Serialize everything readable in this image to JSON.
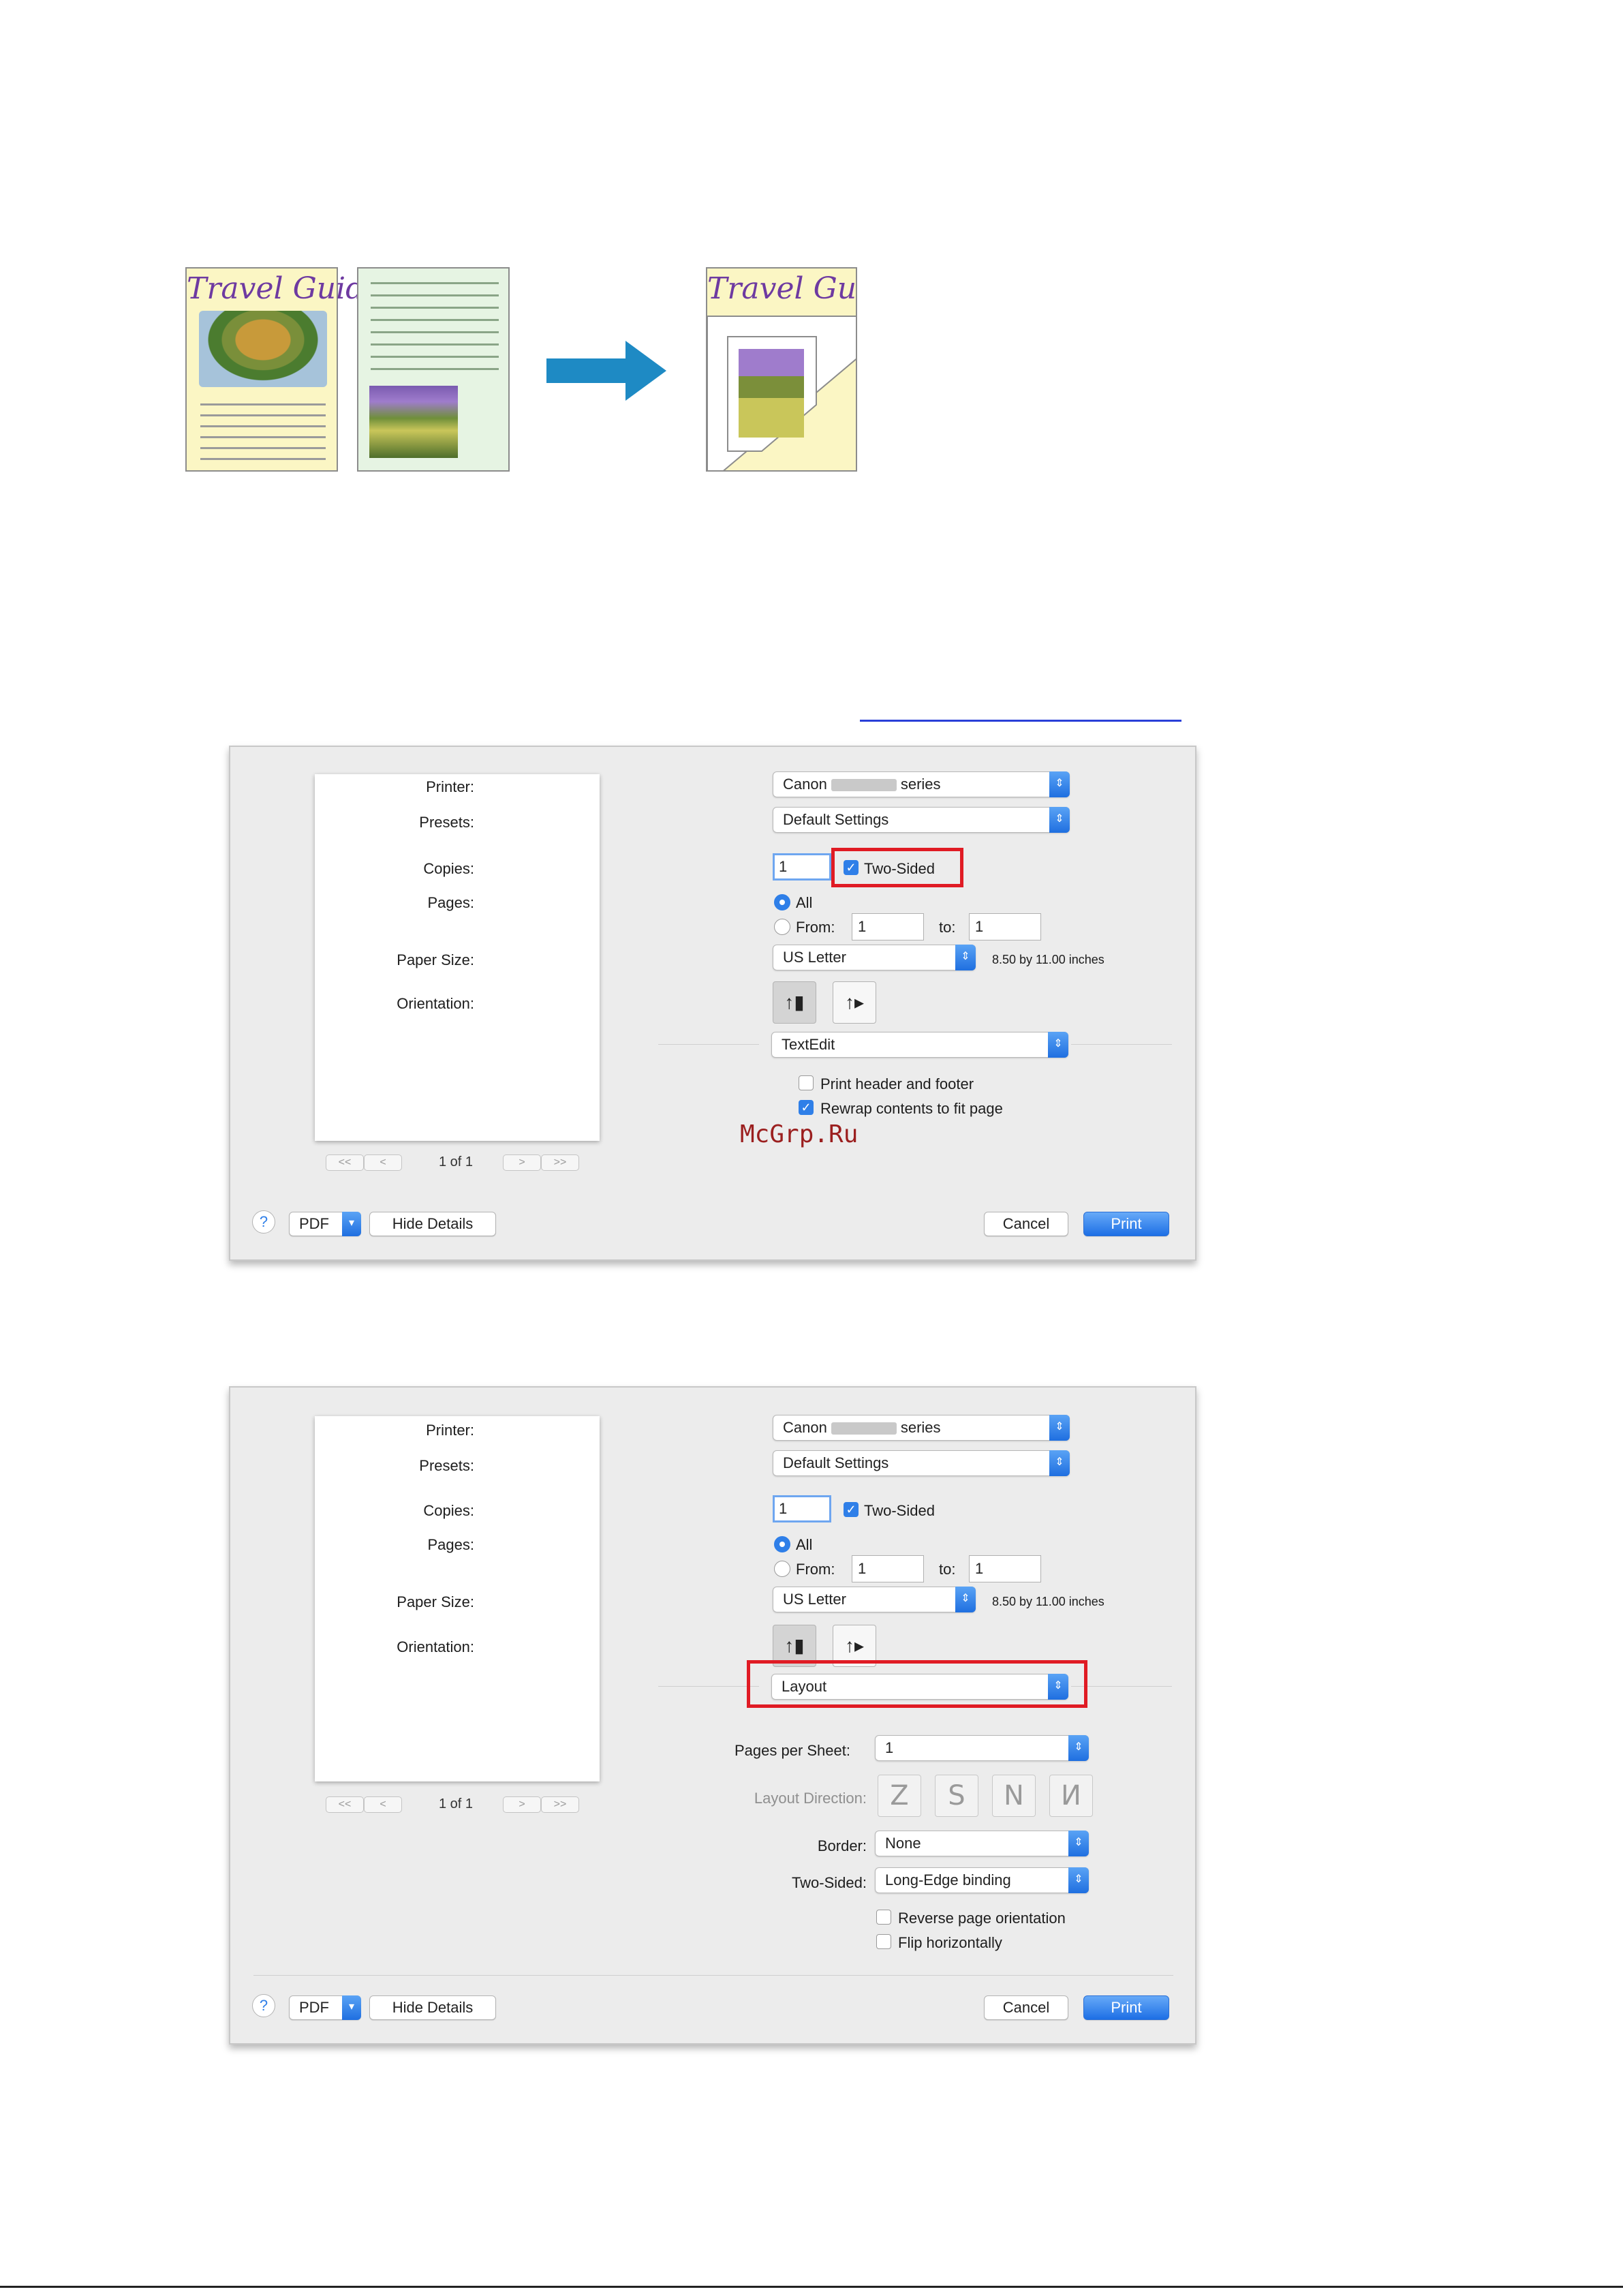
{
  "illustration": {
    "cover_title": "Travel Guide",
    "result_title": "Travel Guide"
  },
  "watermark": "McGrp.Ru",
  "dialog1": {
    "printer_label": "Printer:",
    "printer_value_prefix": "Canon",
    "printer_value_suffix": "series",
    "presets_label": "Presets:",
    "presets_value": "Default Settings",
    "copies_label": "Copies:",
    "copies_value": "1",
    "two_sided_label": "Two-Sided",
    "pages_label": "Pages:",
    "pages_all": "All",
    "pages_from": "From:",
    "from_value": "1",
    "to_label": "to:",
    "to_value": "1",
    "paper_size_label": "Paper Size:",
    "paper_size_value": "US Letter",
    "paper_size_note": "8.50 by 11.00 inches",
    "orientation_label": "Orientation:",
    "panel_value": "TextEdit",
    "print_header_footer": "Print header and footer",
    "rewrap": "Rewrap contents to fit page",
    "page_indicator": "1 of 1",
    "help": "?",
    "pdf": "PDF",
    "hide_details": "Hide Details",
    "cancel": "Cancel",
    "print": "Print"
  },
  "dialog2": {
    "printer_label": "Printer:",
    "printer_value_prefix": "Canon",
    "printer_value_suffix": "series",
    "presets_label": "Presets:",
    "presets_value": "Default Settings",
    "copies_label": "Copies:",
    "copies_value": "1",
    "two_sided_label": "Two-Sided",
    "pages_label": "Pages:",
    "pages_all": "All",
    "pages_from": "From:",
    "from_value": "1",
    "to_label": "to:",
    "to_value": "1",
    "paper_size_label": "Paper Size:",
    "paper_size_value": "US Letter",
    "paper_size_note": "8.50 by 11.00 inches",
    "orientation_label": "Orientation:",
    "panel_value": "Layout",
    "pages_per_sheet_label": "Pages per Sheet:",
    "pages_per_sheet_value": "1",
    "layout_direction_label": "Layout Direction:",
    "border_label": "Border:",
    "border_value": "None",
    "two_sided_setting_label": "Two-Sided:",
    "two_sided_setting_value": "Long-Edge binding",
    "reverse_orientation": "Reverse page orientation",
    "flip_horizontally": "Flip horizontally",
    "page_indicator": "1 of 1",
    "help": "?",
    "pdf": "PDF",
    "hide_details": "Hide Details",
    "cancel": "Cancel",
    "print": "Print"
  },
  "colors": {
    "accent": "#2f7fe8",
    "highlight": "#e01b24",
    "arrow": "#1e8ac4"
  },
  "icons": {
    "orientation_portrait": "portrait-orientation-icon",
    "orientation_landscape": "landscape-orientation-icon",
    "layout_direction": [
      "z-direction-icon",
      "reverse-z-icon",
      "n-direction-icon",
      "reverse-n-icon"
    ]
  }
}
